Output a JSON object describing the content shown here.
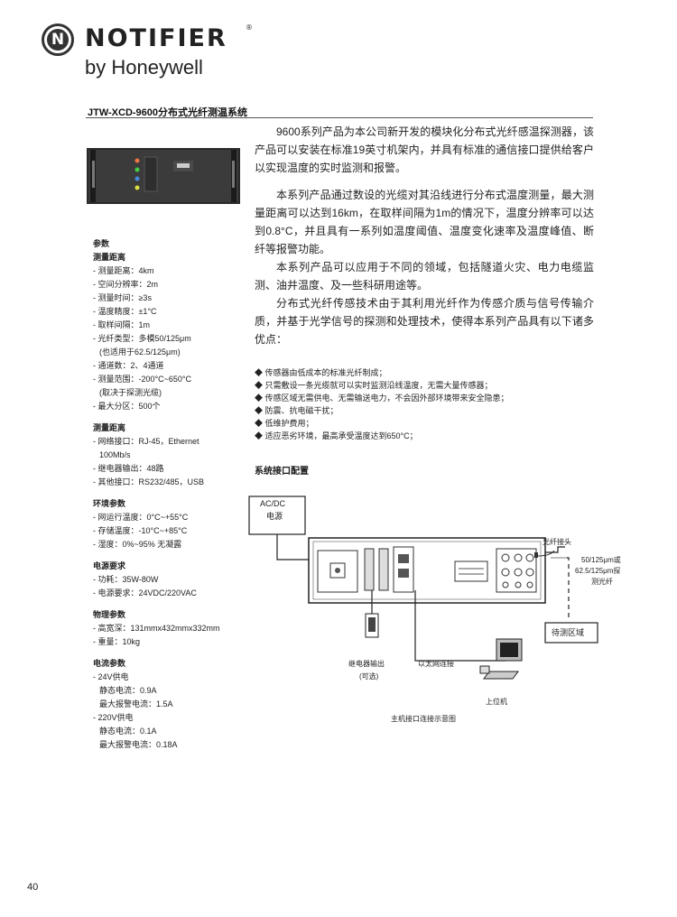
{
  "header": {
    "brand": "NOTIFIER",
    "registered": "®",
    "logo_letter": "N",
    "tagline": "by Honeywell"
  },
  "title": "JTW-XCD-9600分布式光纤测温系统",
  "paragraphs": [
    "9600系列产品为本公司新开发的模块化分布式光纤感温探测器，该产品可以安装在标准19英寸机架内，并具有标准的通信接口提供给客户以实现温度的实时监测和报警。",
    "本系列产品通过数设的光缆对其沿线进行分布式温度测量，最大测量距离可以达到16km，在取样间隔为1m的情况下，温度分辨率可以达到0.8°C，并且具有一系列如温度阈值、温度变化速率及温度峰值、断纤等报警功能。",
    "本系列产品可以应用于不同的领域，包括隧道火灾、电力电缆监测、油井温度、及一些科研用途等。",
    "分布式光纤传感技术由于其利用光纤作为传感介质与信号传输介质，并基于光学信号的探测和处理技术，使得本系列产品具有以下诸多优点："
  ],
  "bullets": [
    "◆ 传感器由低成本的标准光纤制成；",
    "◆ 只需敷设一条光缆就可以实时监测沿线温度，无需大量传感器；",
    "◆ 传感区域无需供电、无需输送电力，不会因外部环境带来安全隐患；",
    "◆ 防震、抗电磁干扰；",
    "◆ 低维护费用；",
    "◆ 适应恶劣环境，最高承受温度达到650°C；"
  ],
  "sidebar": {
    "sections": [
      {
        "heading": "参数",
        "items": []
      },
      {
        "heading": "测量距离",
        "items": [
          "- 测量距离：4km",
          "- 空间分辨率：2m",
          "- 测量时间：≥3s",
          "- 温度精度：±1°C",
          "- 取样间隔：1m",
          "- 光纤类型：多模50/125μm",
          "(也适用于62.5/125μm)",
          "- 通道数：2、4通道",
          "- 测量范围：-200°C~650°C",
          "(取决于探测光缆)",
          "- 最大分区：500个"
        ]
      },
      {
        "heading": "测量距离",
        "items": [
          "- 网络接口：RJ-45，Ethernet",
          "100Mb/s",
          "- 继电器输出：48路",
          "- 其他接口：RS232/485，USB"
        ]
      },
      {
        "heading": "环境参数",
        "items": [
          "- 网运行温度：0°C~+55°C",
          "- 存储温度：-10°C~+85°C",
          "- 湿度：0%~95% 无凝露"
        ]
      },
      {
        "heading": "电源要求",
        "items": [
          "- 功耗：35W-80W",
          "- 电源要求：24VDC/220VAC"
        ]
      },
      {
        "heading": "物理参数",
        "items": [
          "- 高宽深：131mmx432mmx332mm",
          "- 重量：10kg"
        ]
      },
      {
        "heading": "电流参数",
        "items": [
          "- 24V供电",
          "静态电流：0.9A",
          "最大报警电流：1.5A",
          "- 220V供电",
          "静态电流：0.1A",
          "最大报警电流：0.18A"
        ]
      }
    ]
  },
  "diagram": {
    "heading": "系统接口配置",
    "power_line1": "AC/DC",
    "power_line2": "电源",
    "fiber_connector": "光纤接头",
    "fiber_spec1": "50/125μm或",
    "fiber_spec2": "62.5/125μm探",
    "fiber_spec3": "测光纤",
    "zone": "待测区域",
    "relay_line1": "继电器输出",
    "relay_line2": "(可选)",
    "ethernet": "以太网连接",
    "host": "上位机",
    "caption": "主机接口连接示意图"
  },
  "page_number": "40"
}
